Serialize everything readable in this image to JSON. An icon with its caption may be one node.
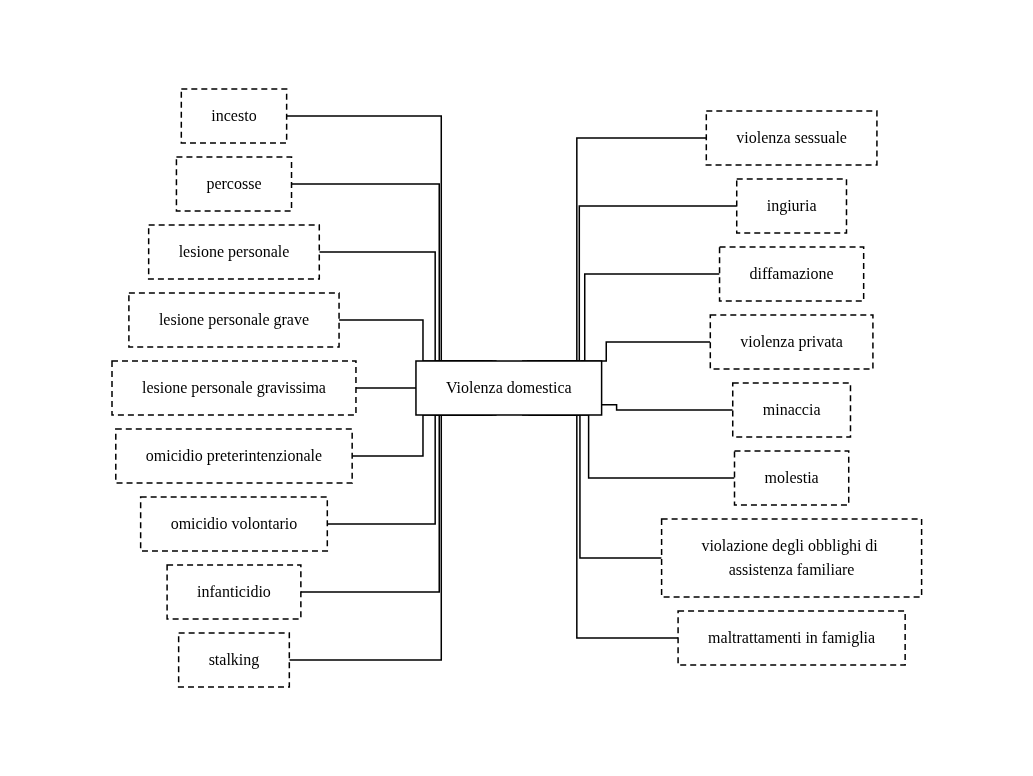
{
  "diagram": {
    "nodes": [
      {
        "text": [
          "Violenza domestica"
        ]
      },
      {
        "text": [
          "incesto"
        ]
      },
      {
        "text": [
          "violenza sessuale"
        ]
      },
      {
        "text": [
          "percosse"
        ]
      },
      {
        "text": [
          "ingiuria"
        ]
      },
      {
        "text": [
          "lesione personale"
        ]
      },
      {
        "text": [
          "diffamazione"
        ]
      },
      {
        "text": [
          "lesione personale grave"
        ]
      },
      {
        "text": [
          "violenza privata"
        ]
      },
      {
        "text": [
          "lesione personale gravissima"
        ]
      },
      {
        "text": [
          "minaccia"
        ]
      },
      {
        "text": [
          "omicidio preterintenzionale"
        ]
      },
      {
        "text": [
          "molestia"
        ]
      },
      {
        "text": [
          "omicidio volontario"
        ]
      },
      {
        "text": [
          "violazione degli obblighi di assistenza familiare"
        ]
      },
      {
        "text": [
          "infanticidio"
        ]
      },
      {
        "text": [
          "maltrattamenti in famiglia"
        ]
      },
      {
        "text": [
          "stalking"
        ]
      }
    ],
    "edges": [
      {
        "from": 1,
        "to": 0,
        "arrow": "none"
      },
      {
        "from": 0,
        "to": 2,
        "arrow": "none"
      },
      {
        "from": 3,
        "to": 0,
        "arrow": "none"
      },
      {
        "from": 0,
        "to": 4,
        "arrow": "none"
      },
      {
        "from": 5,
        "to": 0,
        "arrow": "none"
      },
      {
        "from": 0,
        "to": 6,
        "arrow": "none"
      },
      {
        "from": 7,
        "to": 0,
        "arrow": "none"
      },
      {
        "from": 0,
        "to": 8,
        "arrow": "none"
      },
      {
        "from": 9,
        "to": 0,
        "arrow": "none"
      },
      {
        "from": 0,
        "to": 10,
        "arrow": "none"
      },
      {
        "from": 11,
        "to": 0,
        "arrow": "none"
      },
      {
        "from": 0,
        "to": 12,
        "arrow": "none"
      },
      {
        "from": 13,
        "to": 0,
        "arrow": "none"
      },
      {
        "from": 0,
        "to": 14,
        "arrow": "none"
      },
      {
        "from": 15,
        "to": 0,
        "arrow": "none"
      },
      {
        "from": 0,
        "to": 16,
        "arrow": "none"
      },
      {
        "from": 17,
        "to": 0,
        "arrow": "none"
      }
    ]
  }
}
